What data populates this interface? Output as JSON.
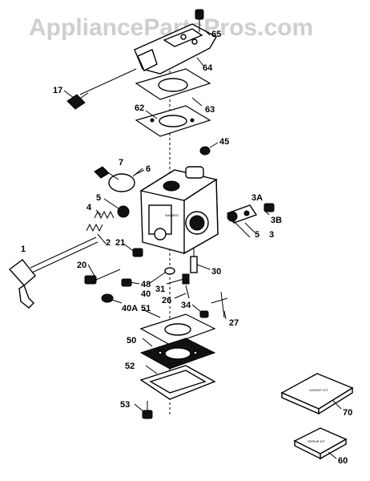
{
  "watermark": "AppliancePartsPros.com",
  "labels": {
    "p1": "1",
    "p2": "2",
    "p3": "3",
    "p3a": "3A",
    "p3b": "3B",
    "p4": "4",
    "p5a": "5",
    "p5b": "5",
    "p6": "6",
    "p7": "7",
    "p17": "17",
    "p20": "20",
    "p21": "21",
    "p26": "26",
    "p27": "27",
    "p30": "30",
    "p31": "31",
    "p34": "34",
    "p40": "40",
    "p40a": "40A",
    "p45": "45",
    "p48": "48",
    "p50": "50",
    "p51": "51",
    "p52": "52",
    "p53": "53",
    "p60": "60",
    "p62": "62",
    "p63": "63",
    "p64": "64",
    "p65": "65",
    "p70": "70"
  }
}
